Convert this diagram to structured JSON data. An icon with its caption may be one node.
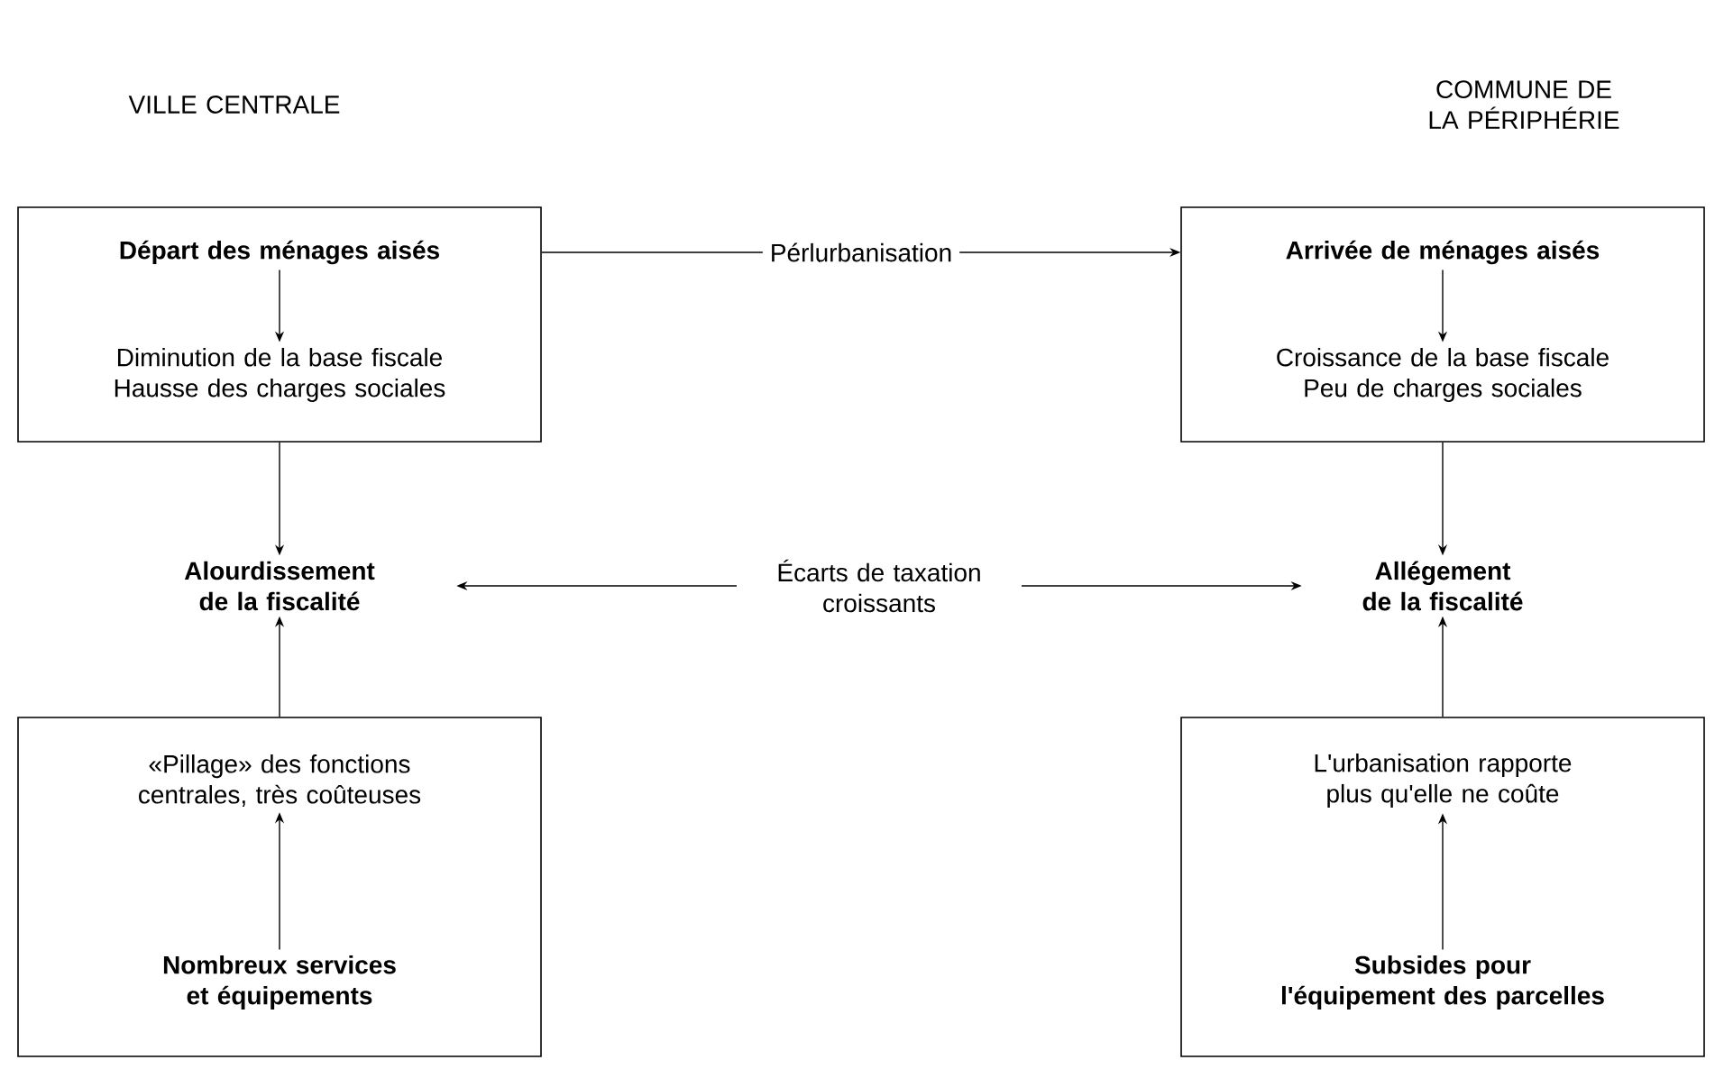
{
  "diagram": {
    "nodes": [
      {
        "text": [],
        "shape": "box"
      },
      {
        "text": [
          "Départ des ménages aisés"
        ],
        "in": 0
      },
      {
        "text": [
          "Diminution de la base fiscale Hausse des charges sociales"
        ],
        "in": 0
      },
      {
        "text": [],
        "shape": "box"
      },
      {
        "text": [
          "Arrivée de ménages aisés"
        ],
        "in": 3
      },
      {
        "text": [
          "Croissance de la base fiscale Peu de charges sociales"
        ],
        "in": 3
      },
      {
        "text": [
          "Alourdissement de la fiscalité"
        ]
      },
      {
        "text": [
          "Allégement de la fiscalité"
        ]
      },
      {
        "text": [],
        "shape": "box"
      },
      {
        "text": [
          "«Pillage» des fonctions centrales, très coûteuses"
        ],
        "in": 8
      },
      {
        "text": [
          "Nombreux services et équipements"
        ],
        "in": 8
      },
      {
        "text": [],
        "shape": "box"
      },
      {
        "text": [
          "L'urbanisation rapporte plus qu'elle ne coûte"
        ],
        "in": 11
      },
      {
        "text": [
          "Subsides pour l'équipement des parcelles"
        ],
        "in": 11
      }
    ],
    "edges": [
      {
        "from": 1,
        "to": 2,
        "arrow": "to"
      },
      {
        "from": 4,
        "to": 5,
        "arrow": "to"
      },
      {
        "from": 0,
        "to": 6,
        "arrow": "to"
      },
      {
        "from": 8,
        "to": 6,
        "arrow": "to"
      },
      {
        "from": 3,
        "to": 7,
        "arrow": "to"
      },
      {
        "from": 11,
        "to": 7,
        "arrow": "to"
      },
      {
        "from": 10,
        "to": 9,
        "arrow": "to"
      },
      {
        "from": 13,
        "to": 12,
        "arrow": "to"
      },
      {
        "from": 0,
        "to": 3,
        "arrow": "to",
        "label": "Pérlurbanisation"
      },
      {
        "from": 6,
        "to": 7,
        "arrow": "both",
        "label": "Écarts de taxation croissants"
      }
    ],
    "labels": [
      "VILLE CENTRALE",
      "COMMUNE DE LA PÉRIPHÉRIE"
    ]
  }
}
